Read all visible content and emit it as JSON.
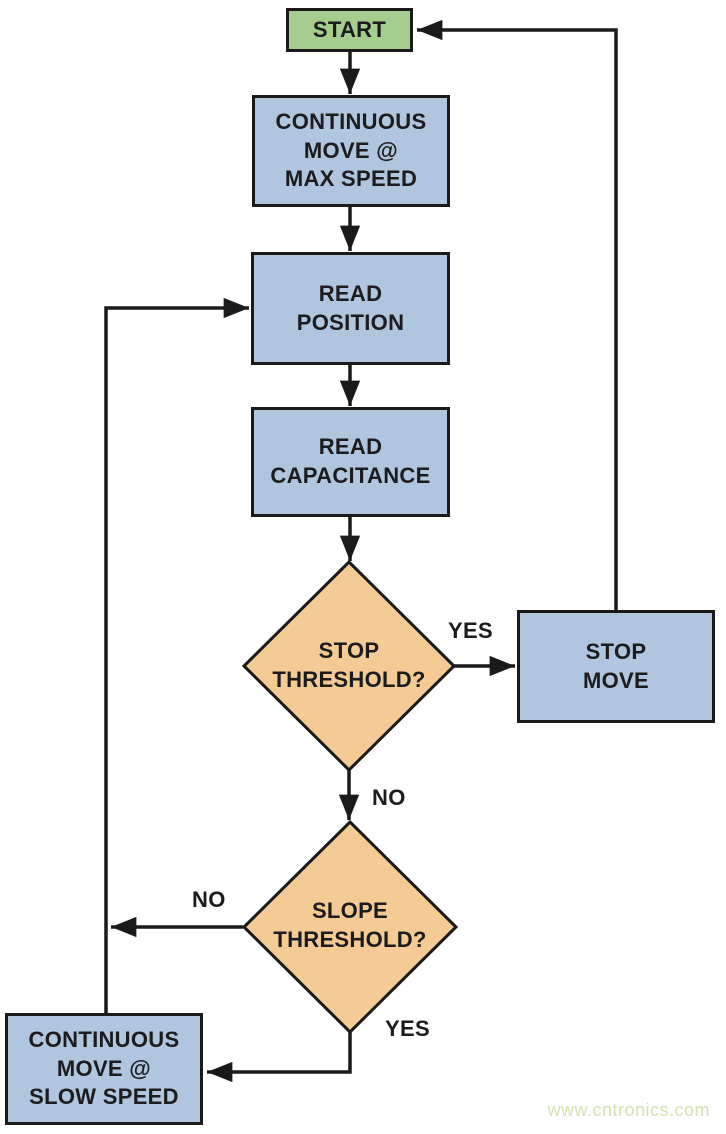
{
  "flowchart": {
    "nodes": {
      "start": {
        "label": "START",
        "shape": "terminator",
        "fill": "#a6cd90"
      },
      "continuous_move_max": {
        "label": "CONTINUOUS\nMOVE @\nMAX SPEED",
        "shape": "process",
        "fill": "#b0c6de"
      },
      "read_position": {
        "label": "READ\nPOSITION",
        "shape": "process",
        "fill": "#b0c6de"
      },
      "read_capacitance": {
        "label": "READ\nCAPACITANCE",
        "shape": "process",
        "fill": "#b0c6de"
      },
      "stop_threshold": {
        "label": "STOP\nTHRESHOLD?",
        "shape": "decision",
        "fill": "#f5cb95"
      },
      "stop_move": {
        "label": "STOP\nMOVE",
        "shape": "process",
        "fill": "#b0c6de"
      },
      "slope_threshold": {
        "label": "SLOPE\nTHRESHOLD?",
        "shape": "decision",
        "fill": "#f5cb95"
      },
      "continuous_move_slow": {
        "label": "CONTINUOUS\nMOVE @\nSLOW SPEED",
        "shape": "process",
        "fill": "#b0c6de"
      }
    },
    "edges": [
      {
        "from": "start",
        "to": "continuous_move_max",
        "label": ""
      },
      {
        "from": "continuous_move_max",
        "to": "read_position",
        "label": ""
      },
      {
        "from": "read_position",
        "to": "read_capacitance",
        "label": ""
      },
      {
        "from": "read_capacitance",
        "to": "stop_threshold",
        "label": ""
      },
      {
        "from": "stop_threshold",
        "to": "stop_move",
        "label": "YES"
      },
      {
        "from": "stop_threshold",
        "to": "slope_threshold",
        "label": "NO"
      },
      {
        "from": "slope_threshold",
        "to": "read_position",
        "label": "NO"
      },
      {
        "from": "slope_threshold",
        "to": "continuous_move_slow",
        "label": "YES"
      },
      {
        "from": "continuous_move_slow",
        "to": "read_position",
        "label": ""
      },
      {
        "from": "stop_move",
        "to": "start",
        "label": ""
      }
    ],
    "colors": {
      "start_fill": "#a6cd90",
      "process_fill": "#b0c6de",
      "decision_fill": "#f5cb95",
      "line": "#1a1a1a",
      "text": "#1c1c1e",
      "watermark_text": "#d2e4ad",
      "background": "#ffffff"
    },
    "watermark": "www.cntronics.com"
  }
}
